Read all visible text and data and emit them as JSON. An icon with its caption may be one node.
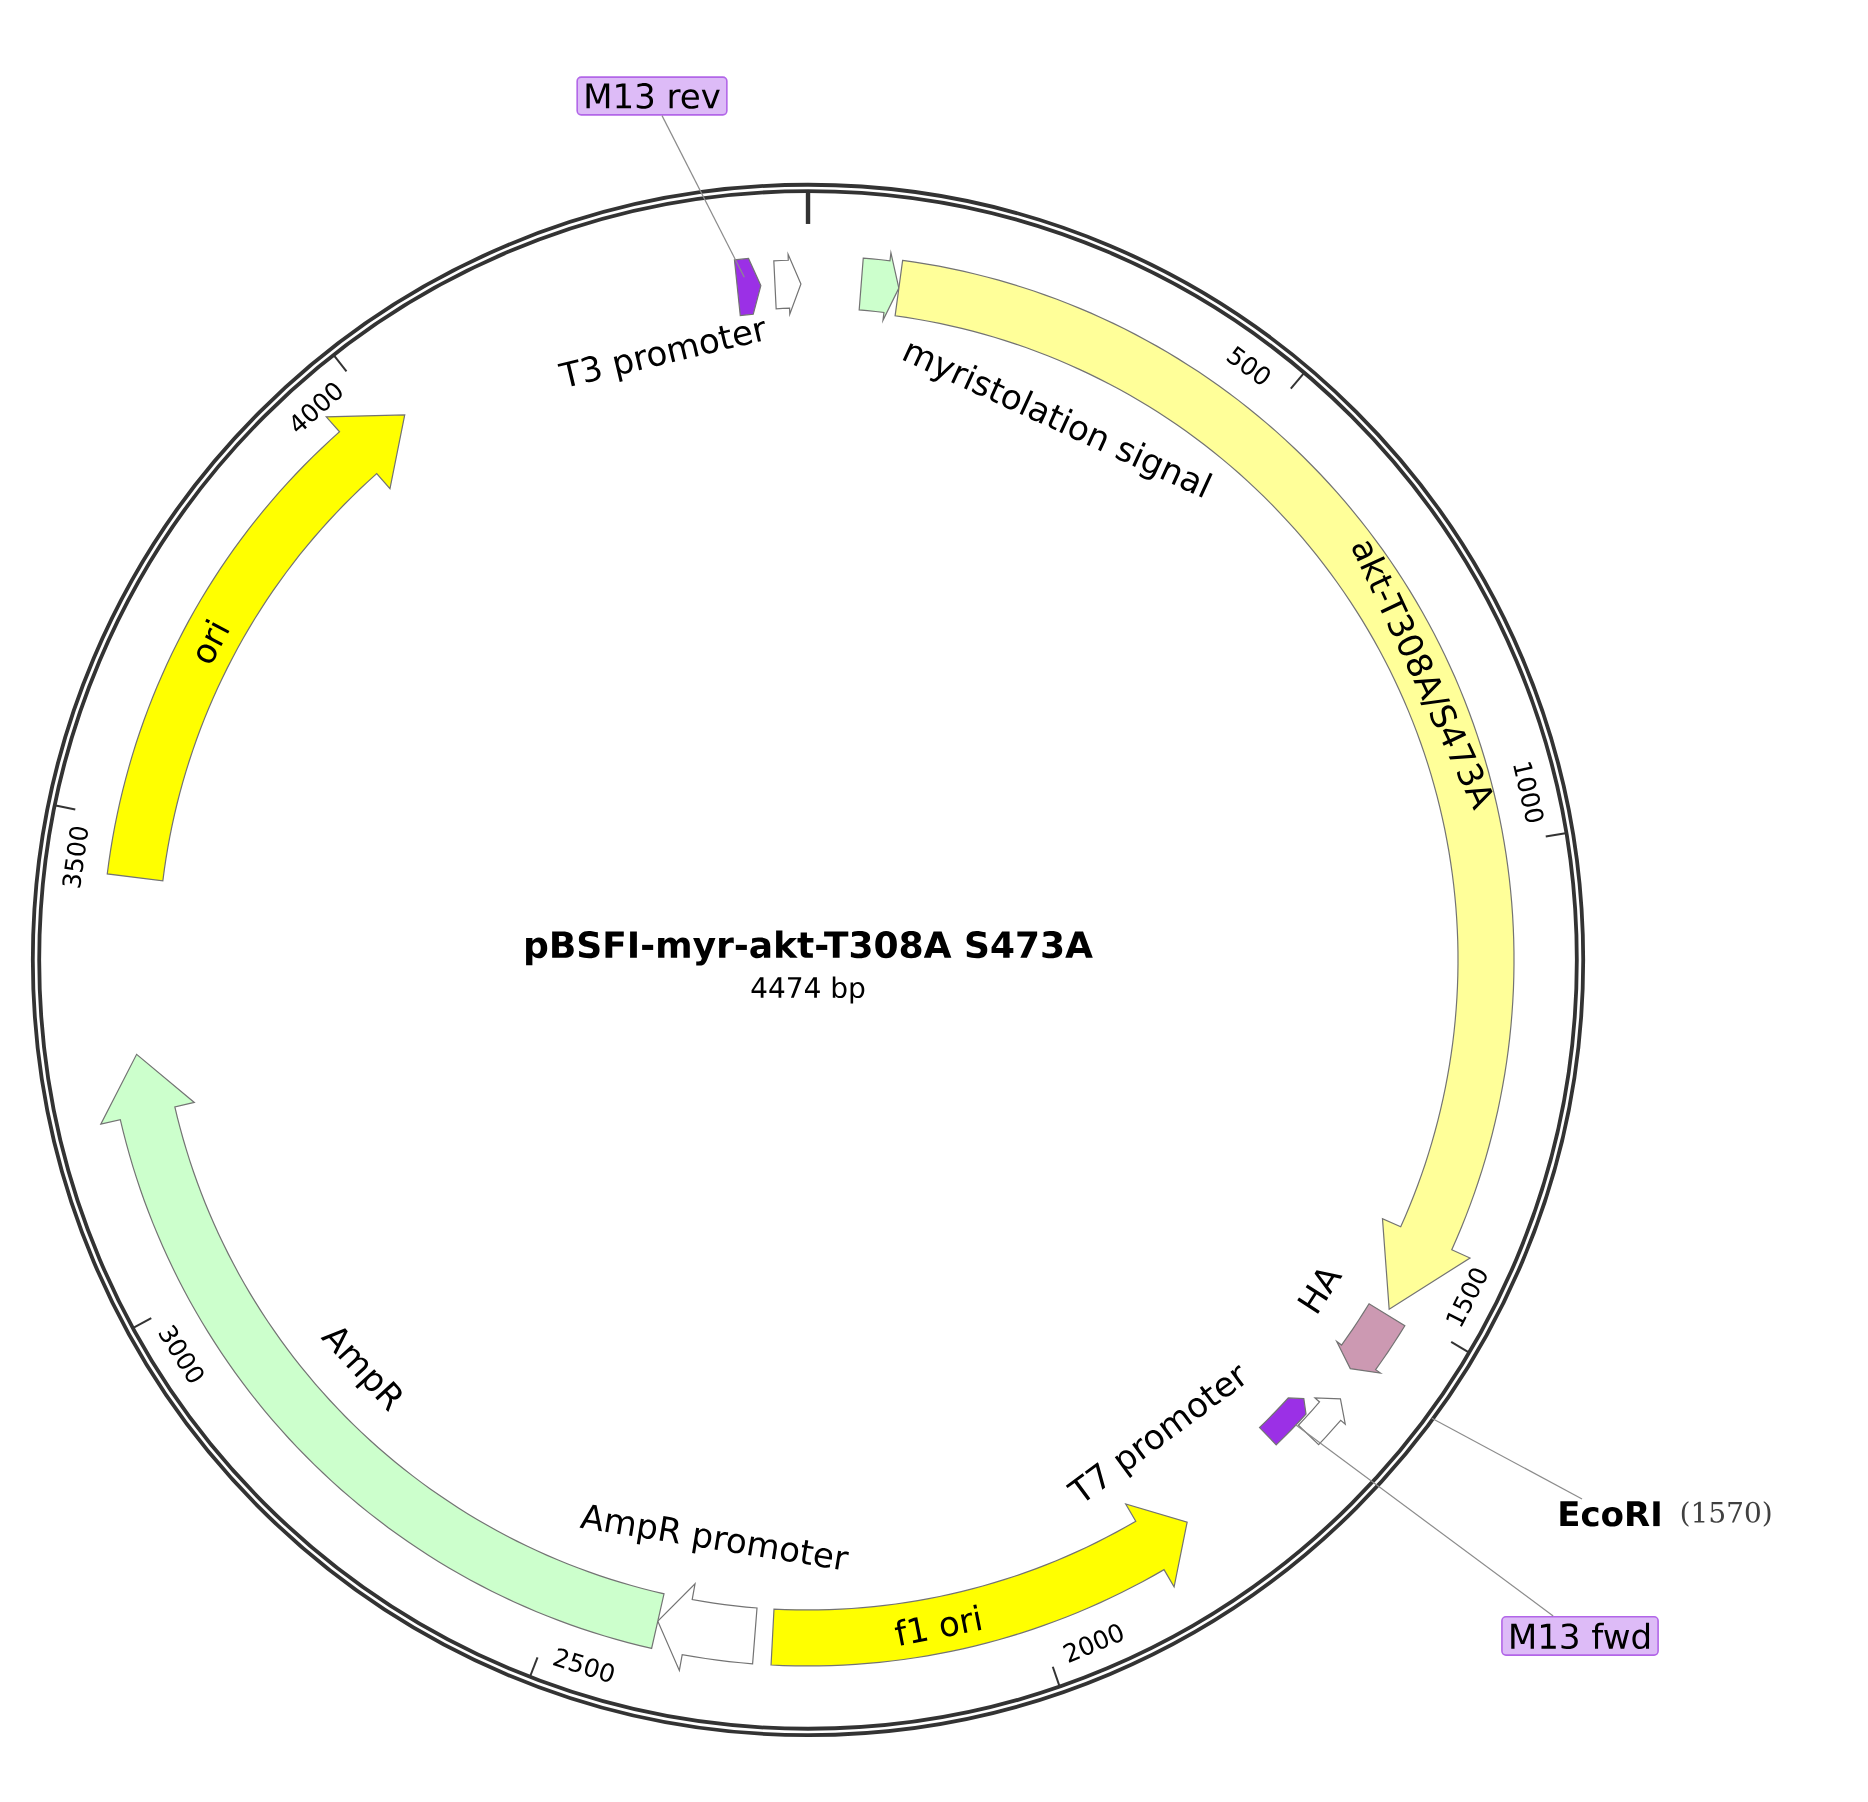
{
  "diagram": {
    "title": "pBSFI-myr-akt-T308A S473A",
    "nodes": [
      {
        "text": [
          "M13 rev"
        ]
      },
      {
        "text": [],
        "shape": "arrow"
      },
      {
        "text": [
          "T3 promoter"
        ]
      },
      {
        "text": [
          "myristolation signal"
        ]
      },
      {
        "text": [
          "akt-T308A/S473A"
        ]
      },
      {
        "text": [
          "HA"
        ]
      },
      {
        "text": [
          "EcoRI"
        ],
        "beside": [
          "(1570)"
        ]
      },
      {
        "text": [
          "T7 promoter"
        ]
      },
      {
        "text": [],
        "shape": "arrow"
      },
      {
        "text": [
          "M13 fwd"
        ]
      },
      {
        "text": [
          "f1 ori"
        ]
      },
      {
        "text": [
          "AmpR promoter"
        ]
      },
      {
        "text": [
          "AmpR"
        ]
      },
      {
        "text": [
          "ori"
        ]
      }
    ],
    "edges": [
      {
        "from": 0,
        "to": 1,
        "arrow": "none"
      },
      {
        "from": 6,
        "to": null,
        "arrow": "none"
      },
      {
        "from": 9,
        "to": 8,
        "arrow": "none"
      }
    ],
    "labels": [
      "4474 bp",
      "500",
      "1000",
      "1500",
      "2000",
      "2500",
      "3000",
      "3500",
      "4000"
    ]
  }
}
